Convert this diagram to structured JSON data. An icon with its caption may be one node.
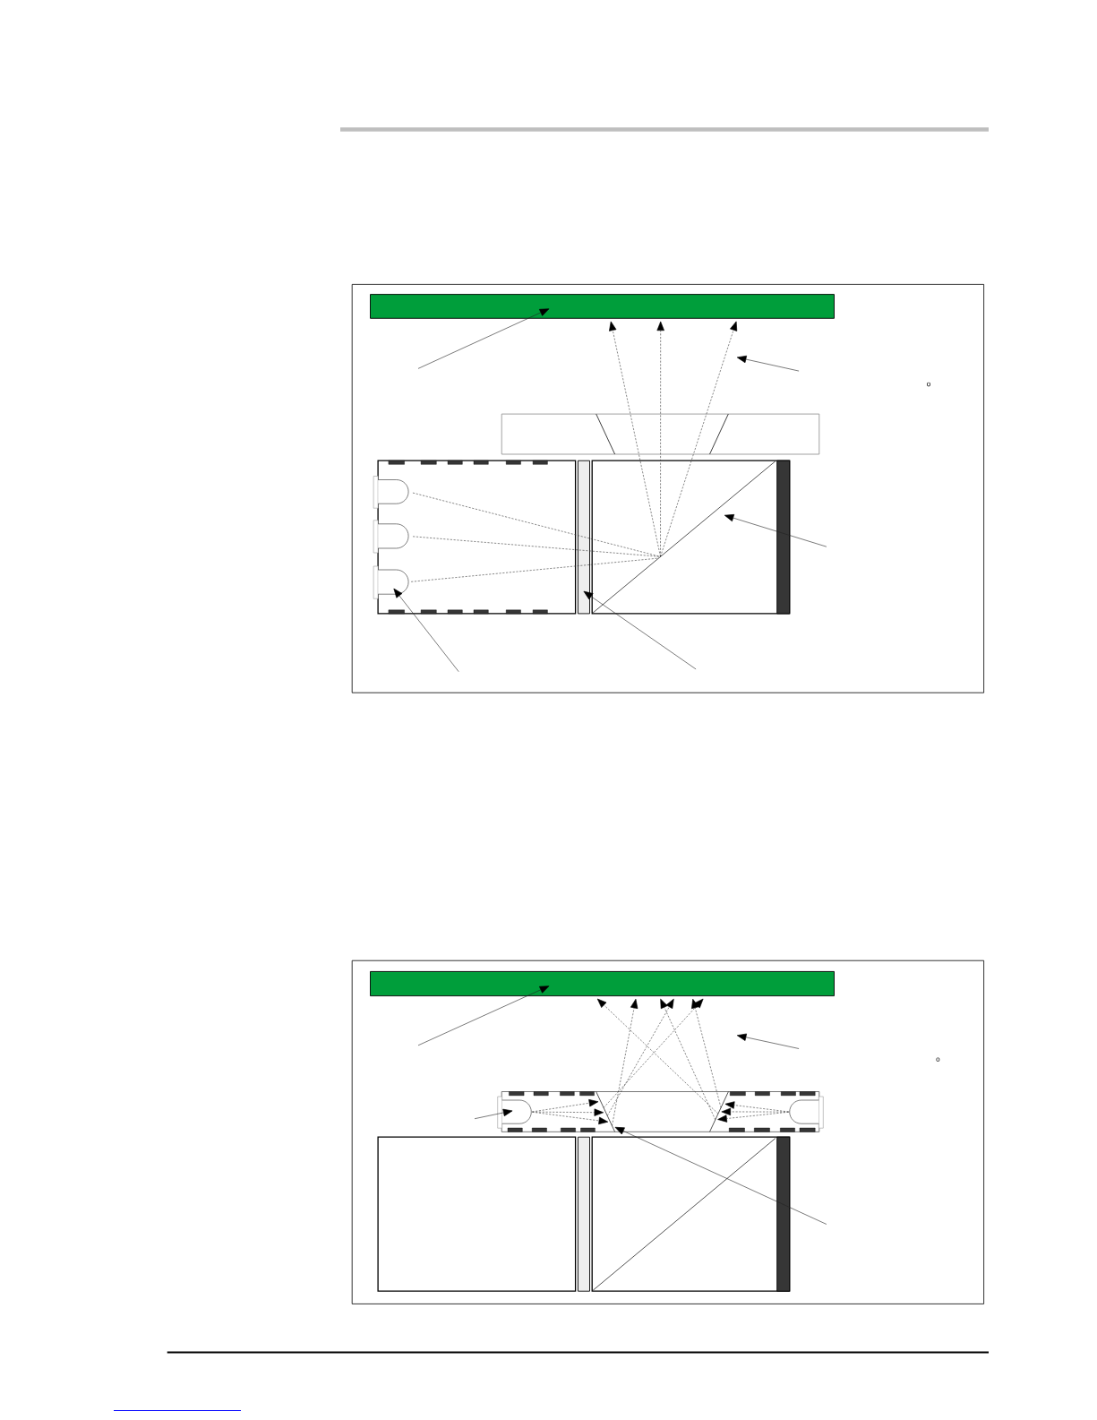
{
  "diagram": {
    "nodes": [
      {
        "text": [],
        "shape": "bar"
      },
      {
        "text": [],
        "shape": "box"
      },
      {
        "text": [],
        "shape": "dome",
        "in": 1
      },
      {
        "text": [],
        "shape": "dome",
        "in": 1
      },
      {
        "text": [],
        "shape": "dome",
        "in": 1
      },
      {
        "text": [],
        "shape": "bar"
      },
      {
        "text": [],
        "shape": "box"
      },
      {
        "text": [],
        "shape": "line",
        "in": 6
      },
      {
        "text": [],
        "shape": "bar",
        "in": 6
      },
      {
        "text": [],
        "shape": "bar"
      },
      {
        "text": [],
        "shape": "box"
      },
      {
        "text": [],
        "shape": "dome",
        "in": 10
      },
      {
        "text": [],
        "shape": "dome",
        "in": 10
      },
      {
        "text": [],
        "shape": "line",
        "in": 10
      },
      {
        "text": [],
        "shape": "line",
        "in": 10
      },
      {
        "text": [],
        "shape": "box"
      },
      {
        "text": [],
        "shape": "bar"
      },
      {
        "text": [],
        "shape": "box"
      },
      {
        "text": [],
        "shape": "line",
        "in": 17
      },
      {
        "text": [],
        "shape": "bar",
        "in": 17
      }
    ],
    "edges": [
      {
        "from": null,
        "to": 0,
        "arrow": "to"
      },
      {
        "from": null,
        "to": 7,
        "arrow": "to"
      },
      {
        "from": null,
        "to": 4,
        "arrow": "to"
      },
      {
        "from": null,
        "to": 5,
        "arrow": "to"
      },
      {
        "from": 2,
        "to": 7,
        "arrow": "none",
        "style": "dashed"
      },
      {
        "from": 3,
        "to": 7,
        "arrow": "none",
        "style": "dashed"
      },
      {
        "from": 4,
        "to": 7,
        "arrow": "none",
        "style": "dashed"
      },
      {
        "from": 7,
        "to": 0,
        "arrow": "to",
        "style": "dashed"
      },
      {
        "from": 7,
        "to": 0,
        "arrow": "to",
        "style": "dashed"
      },
      {
        "from": 7,
        "to": 0,
        "arrow": "to",
        "style": "dashed"
      },
      {
        "from": null,
        "to": 9,
        "arrow": "to"
      },
      {
        "from": null,
        "to": 11,
        "arrow": "to"
      },
      {
        "from": null,
        "to": 13,
        "arrow": "to"
      },
      {
        "from": 11,
        "to": 13,
        "arrow": "to",
        "style": "dashed"
      },
      {
        "from": 11,
        "to": 13,
        "arrow": "to",
        "style": "dashed"
      },
      {
        "from": 11,
        "to": 13,
        "arrow": "to",
        "style": "dashed"
      },
      {
        "from": 12,
        "to": 14,
        "arrow": "to",
        "style": "dashed"
      },
      {
        "from": 12,
        "to": 14,
        "arrow": "to",
        "style": "dashed"
      },
      {
        "from": 12,
        "to": 14,
        "arrow": "to",
        "style": "dashed"
      },
      {
        "from": 13,
        "to": 9,
        "arrow": "to",
        "style": "dashed"
      },
      {
        "from": 13,
        "to": 9,
        "arrow": "to",
        "style": "dashed"
      },
      {
        "from": 13,
        "to": 9,
        "arrow": "to",
        "style": "dashed"
      },
      {
        "from": 14,
        "to": 9,
        "arrow": "to",
        "style": "dashed"
      },
      {
        "from": 14,
        "to": 9,
        "arrow": "to",
        "style": "dashed"
      },
      {
        "from": 14,
        "to": 9,
        "arrow": "to",
        "style": "dashed"
      }
    ],
    "labels": [
      "o",
      "o"
    ]
  }
}
